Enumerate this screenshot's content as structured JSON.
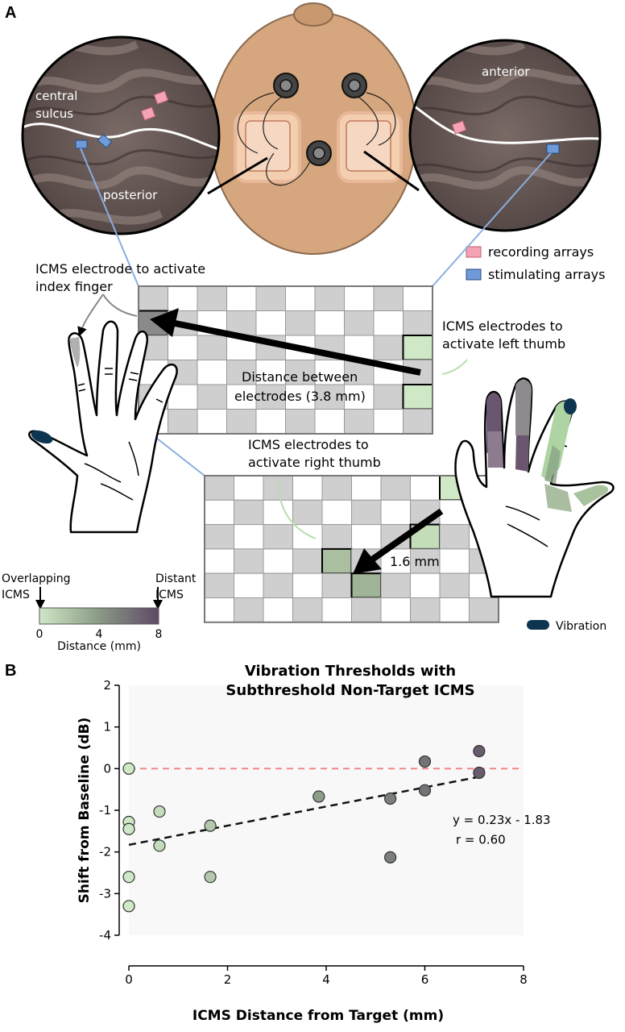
{
  "panel_a": {
    "letter": "A",
    "brain_left": {
      "central_sulcus": "central\nsulcus",
      "posterior": "posterior"
    },
    "brain_right": {
      "anterior": "anterior"
    },
    "legend": {
      "recording": "recording arrays",
      "stimulating": "stimulating arrays",
      "recording_color": "#f4a3b4",
      "stimulating_color": "#6f9ad8"
    },
    "callouts": {
      "index_finger": "ICMS electrode to activate\nindex finger",
      "left_thumb": "ICMS electrodes to\nactivate left thumb",
      "distance_between": "Distance between\nelectrodes (3.8 mm)",
      "right_thumb": "ICMS electrodes to\nactivate right thumb",
      "short_distance": "1.6 mm"
    },
    "colorbar": {
      "overlapping": "Overlapping\nICMS",
      "distant": "Distant\nICMS",
      "ticks": [
        "0",
        "4",
        "8"
      ],
      "label": "Distance (mm)",
      "color_start": "#cfe8c6",
      "color_mid": "#8a9a86",
      "color_end": "#5e4a66"
    },
    "vibration_label": "Vibration",
    "vibration_color": "#0d3550"
  },
  "panel_b": {
    "letter": "B"
  },
  "chart_data": {
    "type": "scatter",
    "title": "Vibration Thresholds with\nSubthreshold Non-Target ICMS",
    "xlabel": "ICMS Distance from Target (mm)",
    "ylabel": "Shift from Baseline (dB)",
    "xlim": [
      0,
      8
    ],
    "ylim": [
      -4,
      2
    ],
    "xticks": [
      0,
      2,
      4,
      6,
      8
    ],
    "yticks": [
      -4,
      -3,
      -2,
      -1,
      0,
      1,
      2
    ],
    "baseline": {
      "y": 0,
      "style": "dashed",
      "color": "#f08080"
    },
    "fit": {
      "slope": 0.23,
      "intercept": -1.83,
      "x_range": [
        0,
        7.1
      ],
      "equation": "y = 0.23x - 1.83",
      "r_text": "r = 0.60"
    },
    "points": [
      {
        "x": 0.0,
        "y": 0.0
      },
      {
        "x": 0.0,
        "y": -1.28
      },
      {
        "x": 0.0,
        "y": -1.45
      },
      {
        "x": 0.0,
        "y": -2.6
      },
      {
        "x": 0.0,
        "y": -3.3
      },
      {
        "x": 0.62,
        "y": -1.03
      },
      {
        "x": 0.62,
        "y": -1.85
      },
      {
        "x": 1.65,
        "y": -1.37
      },
      {
        "x": 1.65,
        "y": -2.6
      },
      {
        "x": 3.85,
        "y": -0.67
      },
      {
        "x": 5.3,
        "y": -0.72
      },
      {
        "x": 5.3,
        "y": -2.13
      },
      {
        "x": 6.0,
        "y": 0.17
      },
      {
        "x": 6.0,
        "y": -0.52
      },
      {
        "x": 7.1,
        "y": 0.42
      },
      {
        "x": 7.1,
        "y": -0.1
      }
    ],
    "color_scale": {
      "min": 0,
      "max": 8,
      "start": "#cfe8c6",
      "mid": "#8a9a86",
      "end": "#5e4a66"
    },
    "grid": false,
    "background": "#f8f8f8"
  }
}
